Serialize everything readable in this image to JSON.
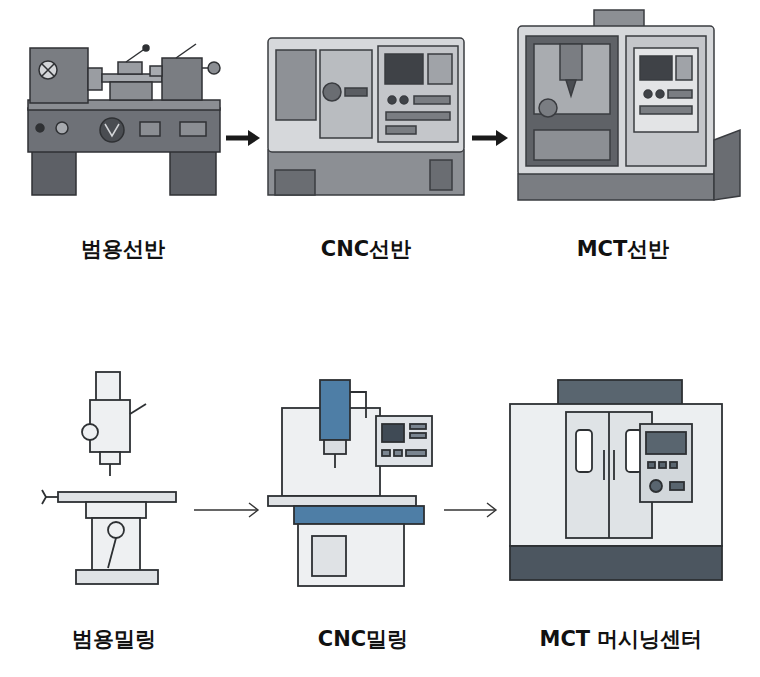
{
  "diagram": {
    "nodes": [
      {
        "text": [
          "범용선반"
        ]
      },
      {
        "text": [
          "CNC선반"
        ]
      },
      {
        "text": [
          "MCT선반"
        ]
      },
      {
        "text": [
          "범용밀링"
        ]
      },
      {
        "text": [
          "CNC밀링"
        ]
      },
      {
        "text": [
          "MCT 머시닝센터"
        ]
      }
    ],
    "edges": [
      {
        "from": 0,
        "to": 1,
        "arrow": "to"
      },
      {
        "from": 1,
        "to": 2,
        "arrow": "to"
      },
      {
        "from": 3,
        "to": 4,
        "arrow": "to"
      },
      {
        "from": 4,
        "to": 5,
        "arrow": "to"
      }
    ]
  }
}
